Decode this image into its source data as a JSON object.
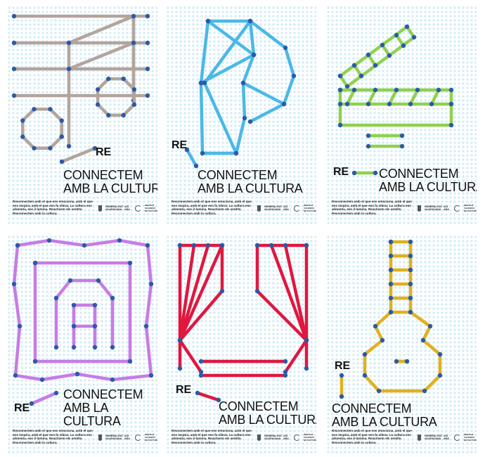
{
  "campaign": {
    "prefix": "RE",
    "headline_line1": "CONNECTEM",
    "headline_line2": "AMB LA CULTURA",
    "headline_alt_line2": "AMB LA",
    "headline_alt_line3": "CULTURA",
    "body": "Reconnectem amb el que ens emociona, amb el que ens inspira, amb el que ens fa vibrar. La cultura ens alimenta, ens il·lumina. Reactivem els sentits. Reconnectem amb la cultura.",
    "logo_gv": "GENERALITAT VALENCIANA",
    "logo_aci": "ACÍ ARA",
    "logo_ivc": "INSTITUT VALENCIÀ DE CULTURA"
  },
  "posters": [
    {
      "subject": "music-staff-icon",
      "color": "#b3a49c"
    },
    {
      "subject": "ballet-shoes-icon",
      "color": "#4ab8e8"
    },
    {
      "subject": "clapperboard-icon",
      "color": "#8fd14f"
    },
    {
      "subject": "picture-frame-icon",
      "color": "#c77ce6"
    },
    {
      "subject": "theatre-curtain-icon",
      "color": "#e0173f"
    },
    {
      "subject": "guitar-icon",
      "color": "#e3b01c"
    }
  ],
  "dot_color": "#2a5aa8"
}
